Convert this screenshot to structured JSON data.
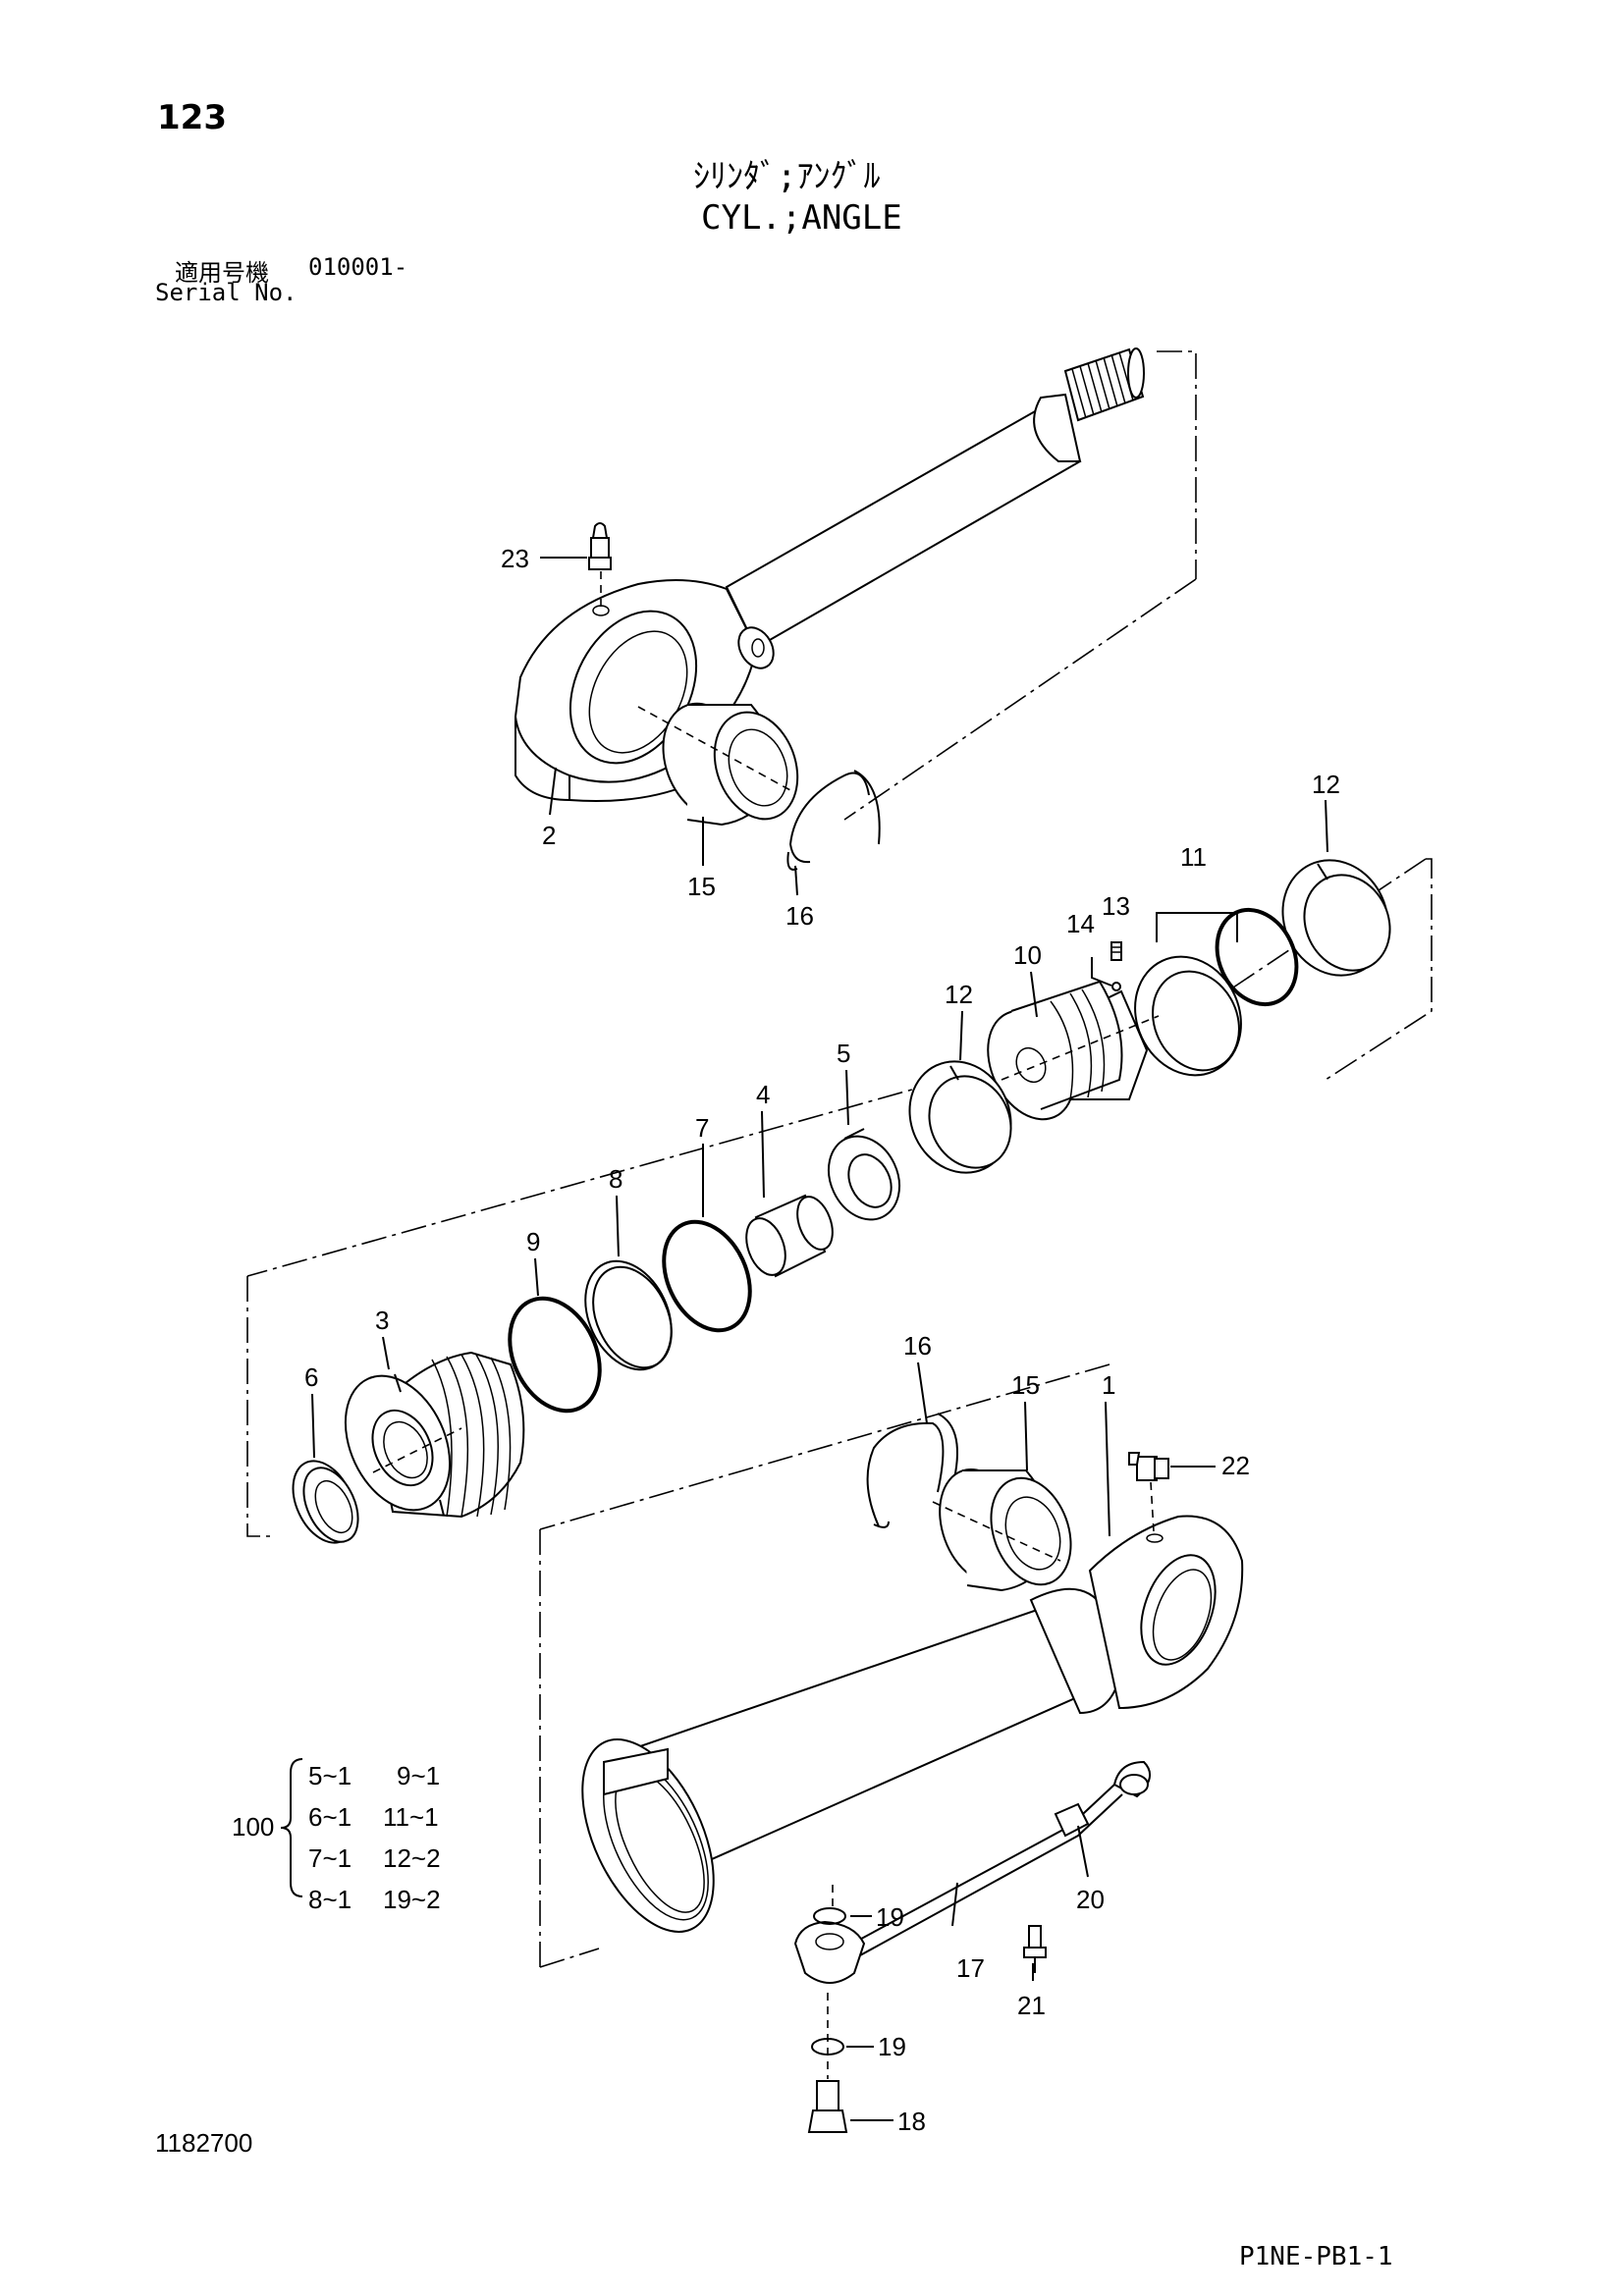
{
  "header": {
    "page_number": "123",
    "title_jp": "ｼﾘﾝﾀﾞ;ｱﾝｸﾞﾙ",
    "title_en": "CYL.;ANGLE",
    "serial_label_jp": "適用号機",
    "serial_value": "010001-",
    "serial_label_en": "Serial No."
  },
  "callouts": {
    "p1": "1",
    "p2": "2",
    "p3": "3",
    "p4": "4",
    "p5": "5",
    "p6": "6",
    "p7": "7",
    "p8": "8",
    "p9": "9",
    "p10": "10",
    "p11": "11",
    "p12a": "12",
    "p12b": "12",
    "p13": "13",
    "p14": "14",
    "p15a": "15",
    "p15b": "15",
    "p16a": "16",
    "p16b": "16",
    "p17": "17",
    "p18": "18",
    "p19a": "19",
    "p19b": "19",
    "p20": "20",
    "p21": "21",
    "p22": "22",
    "p23": "23"
  },
  "kit": {
    "number": "100",
    "rows": [
      {
        "left": "5~1",
        "right": "9~1"
      },
      {
        "left": "6~1",
        "right": "11~1"
      },
      {
        "left": "7~1",
        "right": "12~2"
      },
      {
        "left": "8~1",
        "right": "19~2"
      }
    ]
  },
  "footer": {
    "drawing_number": "1182700",
    "page_code": "P1NE-PB1-1"
  }
}
